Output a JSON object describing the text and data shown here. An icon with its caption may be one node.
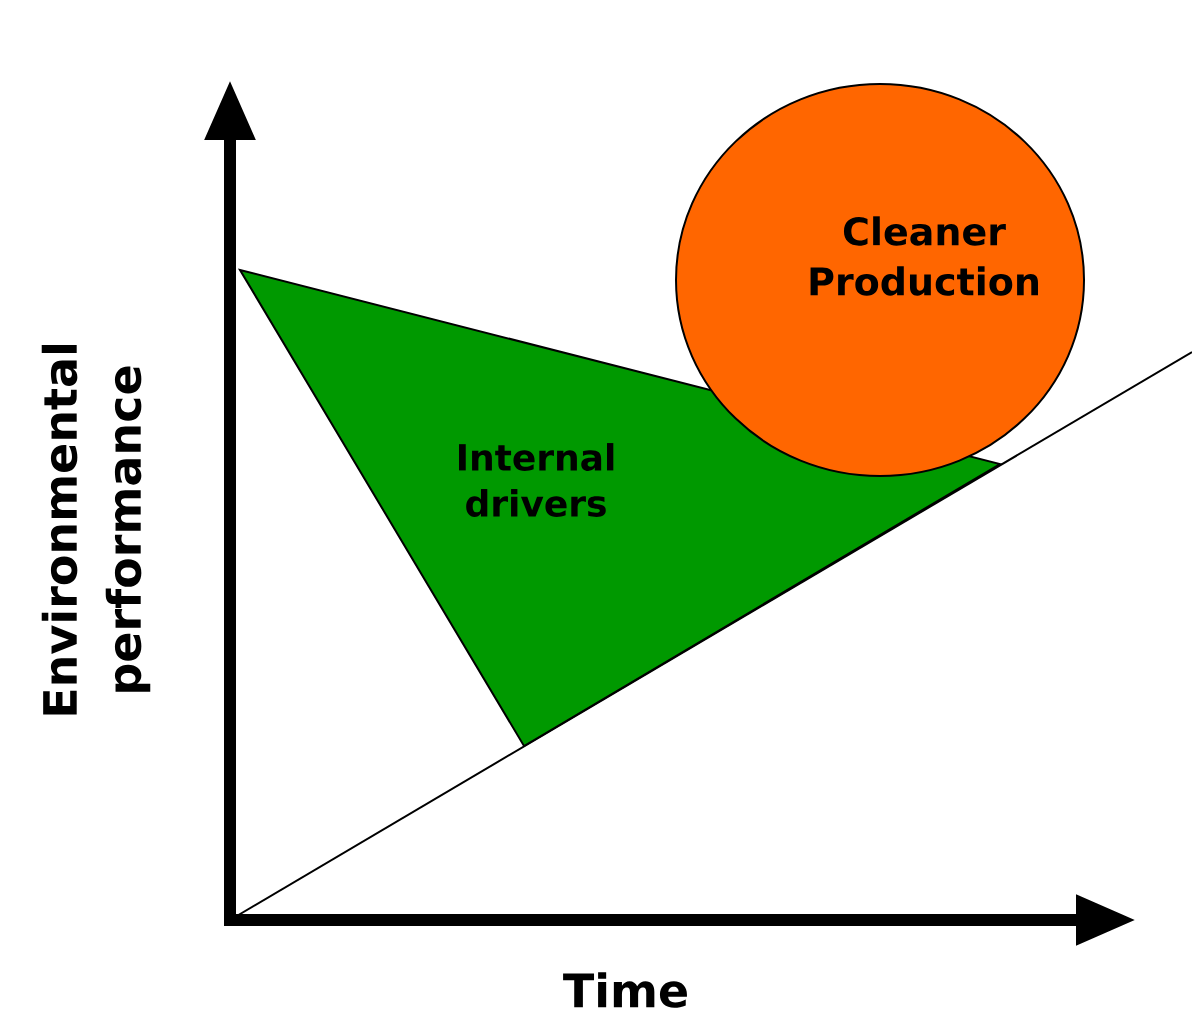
{
  "diagram": {
    "nodes": [
      {
        "text": [
          "Internal drivers"
        ]
      },
      {
        "text": [
          "Cleaner Production"
        ]
      }
    ],
    "labels": [
      "Environmental performance",
      "Time"
    ]
  }
}
